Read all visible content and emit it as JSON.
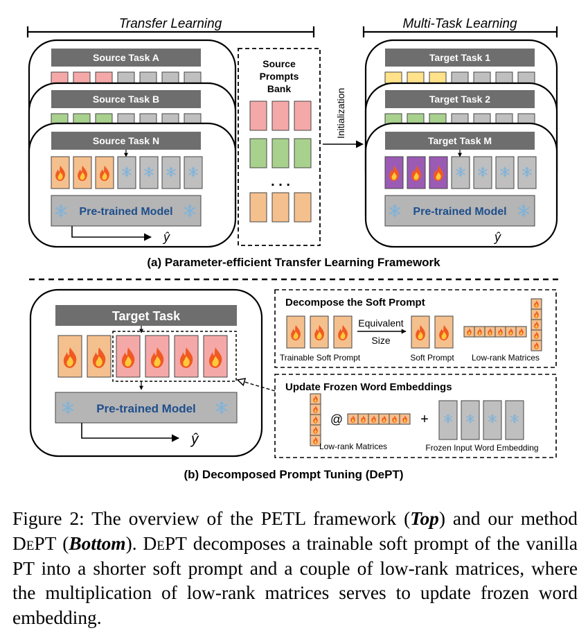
{
  "colors": {
    "taskbar": "#6e6e6e",
    "pink": "#f4a9a8",
    "green": "#a9d18e",
    "orange": "#f4c08e",
    "yellow": "#ffe28a",
    "purple": "#9b5bb5",
    "gray_token": "#bfbfbf",
    "model_box": "#b5b5b5",
    "model_text": "#1f4e8c",
    "flame": "#f05a22",
    "snow": "#7fb3d9"
  },
  "icons": [
    "fire-icon",
    "snowflake-icon"
  ],
  "diagram": {
    "transfer_learning_label": "Transfer Learning",
    "multitask_learning_label": "Multi-Task Learning",
    "source_tasks": [
      "Source Task A",
      "Source Task B",
      "Source Task N"
    ],
    "target_tasks": [
      "Target Task 1",
      "Target Task 2",
      "Target Task M"
    ],
    "bank_title_lines": [
      "Source",
      "Prompts",
      "Bank"
    ],
    "bank_ellipsis": ". . .",
    "initialization_label": "Initialization",
    "model_label": "Pre-trained Model",
    "output_label": "ŷ",
    "caption_a": "(a) Parameter-efficient Transfer Learning Framework",
    "target_task_label": "Target Task",
    "decompose_title": "Decompose the Soft Prompt",
    "equivalent_label": "Equivalent",
    "size_label": "Size",
    "trainable_soft_prompt_label": "Trainable Soft Prompt",
    "soft_prompt_label": "Soft Prompt",
    "low_rank_matrices_label": "Low-rank Matrices",
    "update_title": "Update Frozen Word Embeddings",
    "at_symbol": "@",
    "plus_symbol": "+",
    "frozen_embedding_label": "Frozen Input Word Embedding",
    "caption_b": "(b) Decomposed Prompt Tuning (DePT)"
  },
  "caption": {
    "figure_label": "Figure 2:",
    "t1": " The overview of the PETL framework (",
    "top": "Top",
    "t2": ") and our method ",
    "method_1": "DePT",
    "t3": " (",
    "bottom": "Bottom",
    "t4": "). ",
    "method_2": "DePT",
    "t5": " decomposes a trainable soft prompt of the vanilla PT into a shorter soft prompt and a couple of low-rank matrices, where the multiplication of low-rank matrices serves to update frozen word embedding."
  }
}
